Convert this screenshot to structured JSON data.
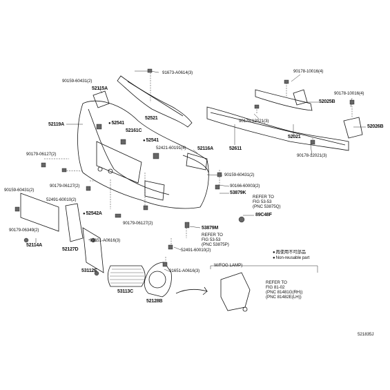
{
  "labels": {
    "p91673": "91673-A0614(3)",
    "p90178_a": "90178-10016(4)",
    "p90178_b": "90178-10016(4)",
    "p52025B": "52025B",
    "p52026B": "52026B",
    "p90159_a": "90159-60431(2)",
    "p52115A": "52115A",
    "p52541_a": "52541",
    "p52541_b": "52541",
    "p52161C": "52161C",
    "p52521": "52521",
    "p52119A": "52119A",
    "p90178_c": "90178-12021(3)",
    "p52021": "52021",
    "p90178_d": "90178-12021(3)",
    "p52421": "52421-60191(4)",
    "p52116A": "52116A",
    "p52611": "52611",
    "p90179_a": "90179-06127(2)",
    "p90159_b": "90159-60431(2)",
    "p90179_b": "90179-06127(2)",
    "p90166": "90166-60003(2)",
    "p53879K": "53879K",
    "p90159_c": "90159-60431(2)",
    "p52491_a": "52491-60010(2)",
    "p52542A": "52542A",
    "p89C48F": "89C48F",
    "p90179_c": "90179-06127(2)",
    "p90179_d": "90179-06349(2)",
    "p91651_a": "91651-A0616(3)",
    "p53879M": "53879M",
    "p52114A": "52114A",
    "p52127D": "52127D",
    "p52491_b": "52491-60010(2)",
    "p53112E": "53112E",
    "p91651_b": "91651-A0616(3)",
    "p53113C": "53113C",
    "p52128B": "52128B"
  },
  "refs": {
    "ref1": "REFER TO\nFIG 53-53\n(PNC 53875Q)",
    "ref2": "REFER TO\nFIG 53-53\n(PNC 53875P)",
    "ref3": "REFER TO\nFIG 81-02\n(PNC 81481G(RH))\n(PNC 81482E(LH))"
  },
  "legend": {
    "jp": "再使用不可部品",
    "en": "Non-reusable part"
  },
  "inset_title": "W/FOG LAMP)",
  "figure_id": "521835J"
}
